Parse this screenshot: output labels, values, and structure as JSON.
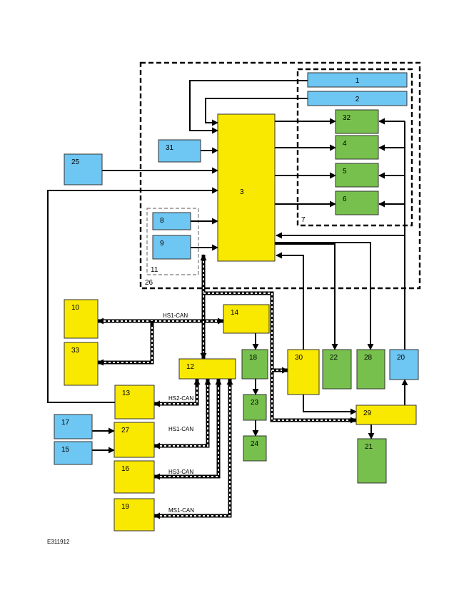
{
  "colors": {
    "blue": "#6ec6f2",
    "green": "#77c04d",
    "yellow": "#f9e800"
  },
  "blocks": [
    {
      "id": "1",
      "label": "1",
      "color": "blue"
    },
    {
      "id": "2",
      "label": "2",
      "color": "blue"
    },
    {
      "id": "32",
      "label": "32",
      "color": "green"
    },
    {
      "id": "4",
      "label": "4",
      "color": "green"
    },
    {
      "id": "5",
      "label": "5",
      "color": "green"
    },
    {
      "id": "6",
      "label": "6",
      "color": "green"
    },
    {
      "id": "3",
      "label": "3",
      "color": "yellow"
    },
    {
      "id": "31",
      "label": "31",
      "color": "blue"
    },
    {
      "id": "25",
      "label": "25",
      "color": "blue"
    },
    {
      "id": "8",
      "label": "8",
      "color": "blue"
    },
    {
      "id": "9",
      "label": "9",
      "color": "blue"
    },
    {
      "id": "10",
      "label": "10",
      "color": "yellow"
    },
    {
      "id": "33",
      "label": "33",
      "color": "yellow"
    },
    {
      "id": "14",
      "label": "14",
      "color": "yellow"
    },
    {
      "id": "12",
      "label": "12",
      "color": "yellow"
    },
    {
      "id": "18",
      "label": "18",
      "color": "green"
    },
    {
      "id": "23",
      "label": "23",
      "color": "green"
    },
    {
      "id": "24",
      "label": "24",
      "color": "green"
    },
    {
      "id": "30",
      "label": "30",
      "color": "yellow"
    },
    {
      "id": "22",
      "label": "22",
      "color": "green"
    },
    {
      "id": "28",
      "label": "28",
      "color": "green"
    },
    {
      "id": "20",
      "label": "20",
      "color": "blue"
    },
    {
      "id": "29",
      "label": "29",
      "color": "yellow"
    },
    {
      "id": "21",
      "label": "21",
      "color": "green"
    },
    {
      "id": "13",
      "label": "13",
      "color": "yellow"
    },
    {
      "id": "17",
      "label": "17",
      "color": "blue"
    },
    {
      "id": "27",
      "label": "27",
      "color": "yellow"
    },
    {
      "id": "15",
      "label": "15",
      "color": "blue"
    },
    {
      "id": "16",
      "label": "16",
      "color": "yellow"
    },
    {
      "id": "19",
      "label": "19",
      "color": "yellow"
    }
  ],
  "groups": [
    {
      "id": "26",
      "label": "26"
    },
    {
      "id": "7",
      "label": "7"
    },
    {
      "id": "11",
      "label": "11"
    }
  ],
  "bus_labels": [
    {
      "id": "hs1-top",
      "text": "HS1-CAN"
    },
    {
      "id": "hs2",
      "text": "HS2-CAN"
    },
    {
      "id": "hs1",
      "text": "HS1-CAN"
    },
    {
      "id": "hs3",
      "text": "HS3-CAN"
    },
    {
      "id": "ms1",
      "text": "MS1-CAN"
    }
  ],
  "figure_code": "E311912"
}
